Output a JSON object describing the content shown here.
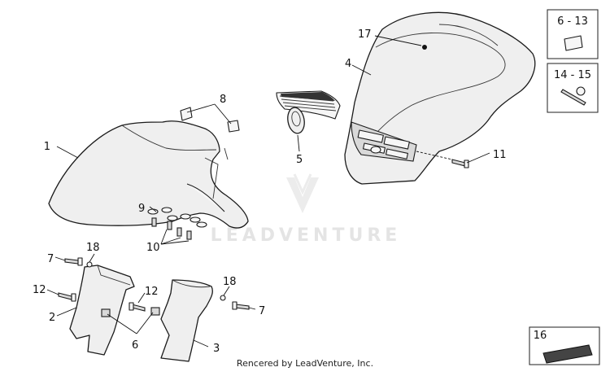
{
  "callouts": {
    "c1": "1",
    "c2": "2",
    "c3": "3",
    "c4": "4",
    "c5": "5",
    "c6": "6",
    "c7a": "7",
    "c7b": "7",
    "c8": "8",
    "c9": "9",
    "c10": "10",
    "c11": "11",
    "c12a": "12",
    "c12b": "12",
    "c17": "17",
    "c18a": "18",
    "c18b": "18"
  },
  "insets": {
    "range_6_13": "6 - 13",
    "range_14_15": "14 - 15",
    "item_16": "16"
  },
  "watermark": {
    "text": "LEADVENTURE"
  },
  "footer": {
    "credit": "Rencered by LeadVenture, Inc."
  },
  "colors": {
    "line": "#1b1b1b",
    "fill": "#efefef",
    "watermark": "#e4e4e4"
  }
}
